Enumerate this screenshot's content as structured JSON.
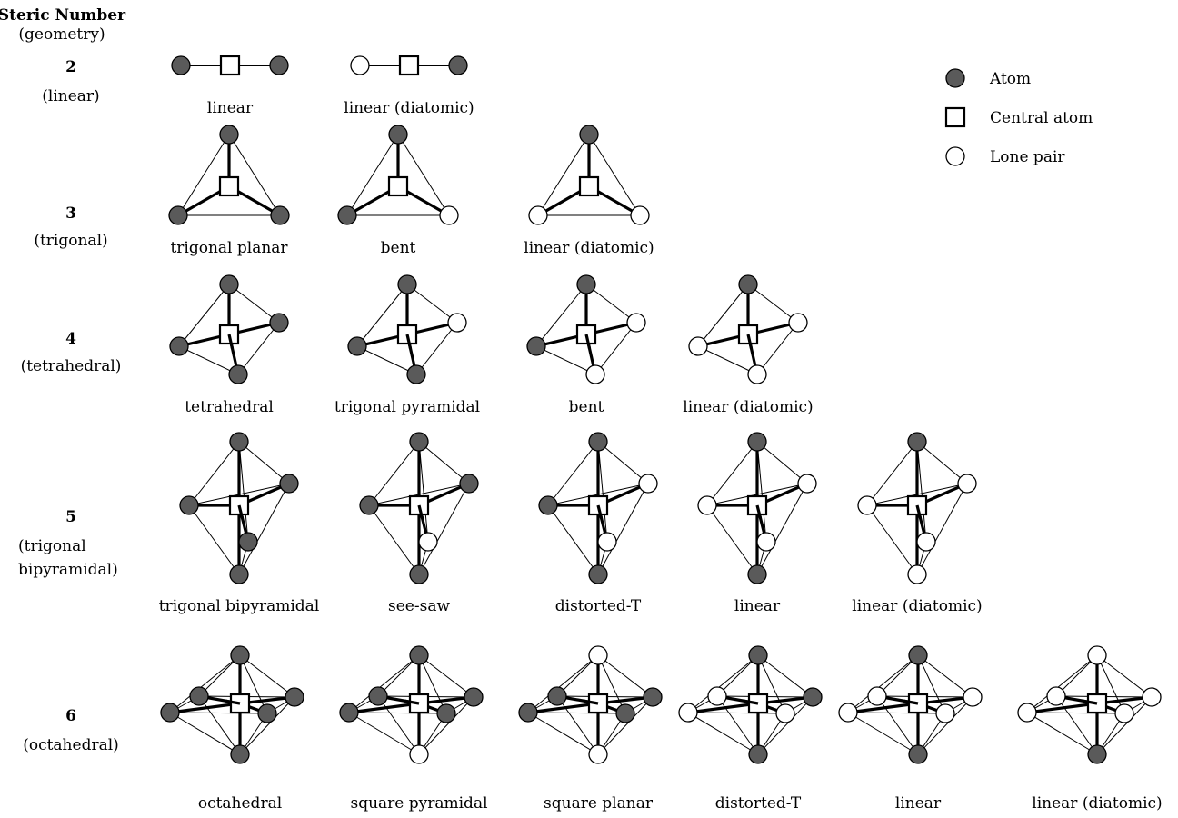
{
  "header": {
    "title": "Steric Number",
    "subtitle": "(geometry)"
  },
  "colors": {
    "atom": "#5a5a5a",
    "lone_pair": "#ffffff",
    "central": "#ffffff",
    "stroke": "#000000"
  },
  "legend": [
    {
      "symbol": "atom",
      "label": "Atom"
    },
    {
      "symbol": "central",
      "label": "Central atom"
    },
    {
      "symbol": "lone_pair",
      "label": "Lone pair"
    }
  ],
  "rows": [
    {
      "number": "2",
      "geometry": "(linear)",
      "shapes": [
        {
          "label": "linear",
          "lone_pairs": 0
        },
        {
          "label": "linear (diatomic)",
          "lone_pairs": 1
        }
      ]
    },
    {
      "number": "3",
      "geometry": "(trigonal)",
      "shapes": [
        {
          "label": "trigonal planar",
          "lone_pairs": 0
        },
        {
          "label": "bent",
          "lone_pairs": 1
        },
        {
          "label": "linear (diatomic)",
          "lone_pairs": 2
        }
      ]
    },
    {
      "number": "4",
      "geometry": "(tetrahedral)",
      "shapes": [
        {
          "label": "tetrahedral",
          "lone_pairs": 0
        },
        {
          "label": "trigonal pyramidal",
          "lone_pairs": 1
        },
        {
          "label": "bent",
          "lone_pairs": 2
        },
        {
          "label": "linear (diatomic)",
          "lone_pairs": 3
        }
      ]
    },
    {
      "number": "5",
      "geometry_lines": [
        "(trigonal",
        "bipyramidal)"
      ],
      "shapes": [
        {
          "label": "trigonal bipyramidal",
          "lone_pairs": 0
        },
        {
          "label": "see-saw",
          "lone_pairs": 1
        },
        {
          "label": "distorted-T",
          "lone_pairs": 2
        },
        {
          "label": "linear",
          "lone_pairs": 3
        },
        {
          "label": "linear (diatomic)",
          "lone_pairs": 4
        }
      ]
    },
    {
      "number": "6",
      "geometry": "(octahedral)",
      "shapes": [
        {
          "label": "octahedral",
          "lone_pairs": 0
        },
        {
          "label": "square pyramidal",
          "lone_pairs": 1
        },
        {
          "label": "square planar",
          "lone_pairs": 2
        },
        {
          "label": "distorted-T",
          "lone_pairs": 3
        },
        {
          "label": "linear",
          "lone_pairs": 4
        },
        {
          "label": "linear (diatomic)",
          "lone_pairs": 5
        }
      ]
    }
  ]
}
